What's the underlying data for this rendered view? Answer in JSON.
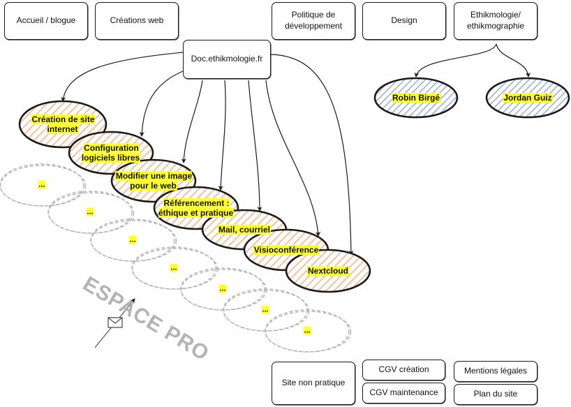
{
  "top_menu": {
    "accueil": "Accueil / blogue",
    "creations": "Créations web",
    "politique": "Politique de\ndéveloppement",
    "design": "Design",
    "ethik": "Ethikmologie/\nethikmographie"
  },
  "doc_node": "Doc.ethikmologie.fr",
  "people": [
    "Robin Birgé",
    "Jordan Guiz"
  ],
  "doc_items": [
    "Création de site\ninternet",
    "Configuration\nlogiciels libres",
    "Modifier une image\npour le web",
    "Référencement :\néthique et pratique",
    "Mail, courriel",
    "Visioconférence",
    "Nextcloud"
  ],
  "pro_items": [
    "...",
    "...",
    "...",
    "...",
    "...",
    "...",
    "..."
  ],
  "espace_pro_label": "ESPACE PRO",
  "footer": {
    "site_non_pratique": "Site non pratique",
    "cgv_creation": "CGV création",
    "cgv_maintenance": "CGV maintenance",
    "mentions": "Mentions légales",
    "plan": "Plan du site"
  },
  "colors": {
    "orange_hatch": "#f4b183",
    "blue_hatch": "#7e9fd0",
    "highlight": "#ffff33",
    "dashed_gray": "#b3b3b3"
  },
  "icons": [
    "envelope-icon",
    "arrow-icon"
  ]
}
